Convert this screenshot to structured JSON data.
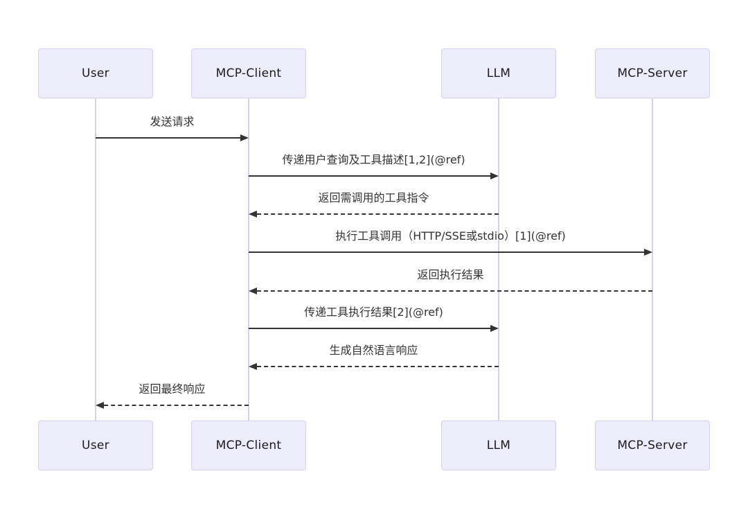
{
  "diagram": {
    "type": "sequence-diagram",
    "actors": [
      {
        "id": "user",
        "label": "User"
      },
      {
        "id": "mcp-client",
        "label": "MCP-Client"
      },
      {
        "id": "llm",
        "label": "LLM"
      },
      {
        "id": "mcp-server",
        "label": "MCP-Server"
      }
    ],
    "messages": [
      {
        "from": "user",
        "to": "mcp-client",
        "style": "solid",
        "label": "发送请求"
      },
      {
        "from": "mcp-client",
        "to": "llm",
        "style": "solid",
        "label": "传递用户查询及工具描述[1,2](@ref)"
      },
      {
        "from": "llm",
        "to": "mcp-client",
        "style": "dashed",
        "label": "返回需调用的工具指令"
      },
      {
        "from": "mcp-client",
        "to": "mcp-server",
        "style": "solid",
        "label": "执行工具调用（HTTP/SSE或stdio）[1](@ref)"
      },
      {
        "from": "mcp-server",
        "to": "mcp-client",
        "style": "dashed",
        "label": "返回执行结果"
      },
      {
        "from": "mcp-client",
        "to": "llm",
        "style": "solid",
        "label": "传递工具执行结果[2](@ref)"
      },
      {
        "from": "llm",
        "to": "mcp-client",
        "style": "dashed",
        "label": "生成自然语言响应"
      },
      {
        "from": "mcp-client",
        "to": "user",
        "style": "dashed",
        "label": "返回最终响应"
      }
    ],
    "colors": {
      "background": "#ffffff",
      "actor_fill": "#ECECFB",
      "actor_border": "#D4D0EE",
      "lifeline": "#D5D0EC",
      "arrow": "#333333",
      "message_text": "#333333",
      "actor_text": "#1b1b1b"
    }
  }
}
